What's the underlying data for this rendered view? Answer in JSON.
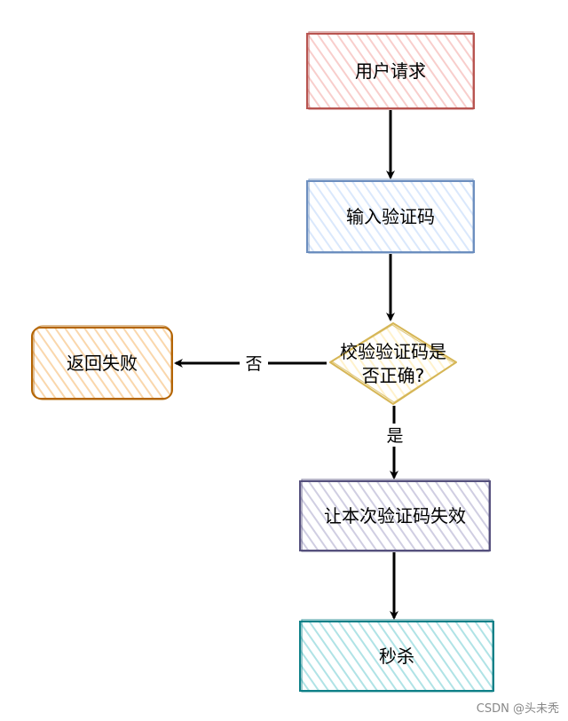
{
  "nodes": {
    "user_request": {
      "label": "用户请求",
      "stroke": "#b85450",
      "fill": "#f8cecc"
    },
    "input_captcha": {
      "label": "输入验证码",
      "stroke": "#6c8ebf",
      "fill": "#dae8fc"
    },
    "check_captcha": {
      "line1": "校验验证码是",
      "line2": "否正确?",
      "stroke": "#d6b656",
      "fill": "#fff2cc"
    },
    "return_fail": {
      "label": "返回失败",
      "stroke": "#b46504",
      "fill": "#fad7ac"
    },
    "invalidate_captcha": {
      "label": "让本次验证码失效",
      "stroke": "#56517e",
      "fill": "#d0cee2"
    },
    "seckill": {
      "label": "秒杀",
      "stroke": "#0e8088",
      "fill": "#b0e3e6"
    }
  },
  "edges": {
    "no_label": "否",
    "yes_label": "是"
  },
  "watermark": "CSDN @头未秃"
}
